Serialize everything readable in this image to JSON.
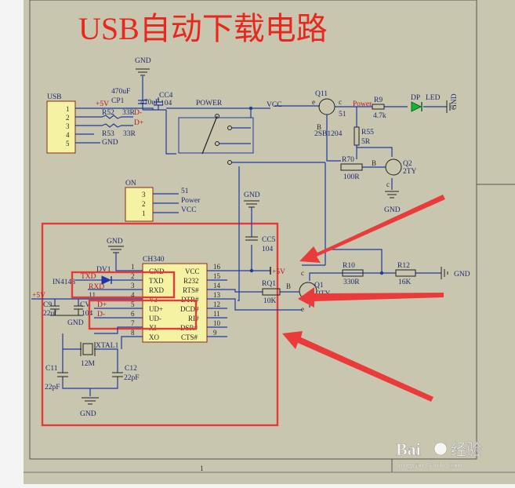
{
  "title": "USB自动下载电路",
  "page_number": "1",
  "watermark": {
    "brand": "Bai",
    "brand2": "经验",
    "url": "jingyan.baidu.com"
  },
  "colors": {
    "paper": "#c9c6b0",
    "wire": "#1f3aa0",
    "title": "#e8281f",
    "highlight": "#e53a3a",
    "led": "#18b43a"
  },
  "usb": {
    "label": "USB",
    "pins": [
      "1",
      "2",
      "3",
      "4",
      "5"
    ]
  },
  "power_labels": {
    "gnd_top": "GND",
    "cp1_value": "470uF",
    "cp1": "CP1",
    "cc4_value_a": "470uF",
    "cc4": "CC4",
    "cc4_value": "104",
    "p5v": "+5V",
    "r52": "R52",
    "r52_value": "33R",
    "dminus": "D-",
    "dplus": "D+",
    "r53": "R53",
    "r53_value": "33R",
    "gnd_usb": "GND",
    "power_switch": "POWER",
    "vcc": "VCC"
  },
  "led_stage": {
    "q11": "Q11",
    "q11_part": "2SB1204",
    "e": "e",
    "c": "c",
    "b": "B",
    "power_net": "Power",
    "r9": "R9",
    "r9_value": "4.7k",
    "dp": "DP",
    "led": "LED",
    "gnd": "GND",
    "net51": "51",
    "r55": "R55",
    "r55_value": "5R",
    "r70": "R70",
    "r70_value": "100R",
    "q2": "Q2",
    "q2_part": "2TY",
    "gnd_q2": "GND"
  },
  "on_connector": {
    "label": "ON",
    "pins": [
      "3",
      "2",
      "1"
    ],
    "nets": [
      "51",
      "Power",
      "VCC"
    ]
  },
  "ch340": {
    "label": "CH340",
    "dv1": "DV1",
    "diode": "IN4148",
    "gnd_top": "GND",
    "left_pins": [
      {
        "num": "1",
        "name": "GND",
        "net": ""
      },
      {
        "num": "2",
        "name": "TXD",
        "net": "TXD"
      },
      {
        "num": "3",
        "name": "RXD",
        "net": "RXD"
      },
      {
        "num": "4",
        "name": "V3",
        "net": ""
      },
      {
        "num": "5",
        "name": "UD+",
        "net": "D+"
      },
      {
        "num": "6",
        "name": "UD-",
        "net": "D-"
      },
      {
        "num": "7",
        "name": "XI",
        "net": ""
      },
      {
        "num": "8",
        "name": "XO",
        "net": ""
      }
    ],
    "right_pins": [
      {
        "num": "16",
        "name": "VCC"
      },
      {
        "num": "15",
        "name": "R232"
      },
      {
        "num": "14",
        "name": "RTS#"
      },
      {
        "num": "13",
        "name": "DTR#"
      },
      {
        "num": "12",
        "name": "DCD#"
      },
      {
        "num": "11",
        "name": "RI#"
      },
      {
        "num": "10",
        "name": "DSR#"
      },
      {
        "num": "9",
        "name": "CTS#"
      }
    ],
    "net11": "11",
    "p5v_left": "+5V",
    "c9": "C9",
    "c9_value": "22uf",
    "cv": "CV",
    "cv_value": "104",
    "gnd_left": "GND",
    "xtal": "XTAL1",
    "xtal_value": "12M",
    "c11": "C11",
    "c11_value": "22pF",
    "c12": "C12",
    "c12_value": "22pF",
    "gnd_bottom": "GND"
  },
  "reset_stage": {
    "gnd": "GND",
    "cc5": "CC5",
    "cc5_value": "104",
    "p5v": "+5V",
    "rq1": "RQ1",
    "rq1_value": "10K",
    "b": "B",
    "q1": "Q1",
    "q1_part": "2TY",
    "c": "c",
    "e": "e",
    "r10": "R10",
    "r10_value": "330R",
    "r12": "R12",
    "r12_value": "16K",
    "gnd_right": "GND"
  }
}
